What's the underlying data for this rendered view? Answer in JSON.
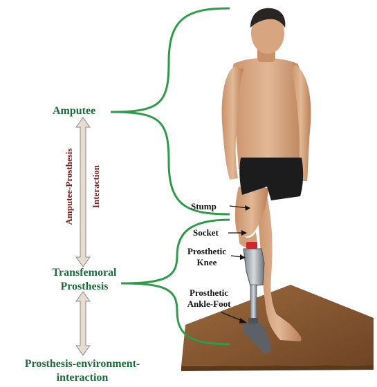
{
  "labels": {
    "amputee": "Amputee",
    "transfemoral_line1": "Transfemoral",
    "transfemoral_line2": "Prosthesis",
    "environment_line1": "Prosthesis-environment-",
    "environment_line2": "interaction",
    "amputee_prosthesis": "Amputee-Prosthesis",
    "interaction": "Interaction"
  },
  "parts": {
    "stump": "Stump",
    "socket": "Socket",
    "knee_line1": "Prosthetic",
    "knee_line2": "Knee",
    "ankle_line1": "Prosthetic",
    "ankle_line2": "Ankle-Foot"
  },
  "colors": {
    "label_green": "#1f6b3c",
    "bracket_green": "#2e9a4a",
    "rotated_label": "#7a1f1f",
    "skin": "#d9ab86",
    "floor": "#8a5a32"
  }
}
